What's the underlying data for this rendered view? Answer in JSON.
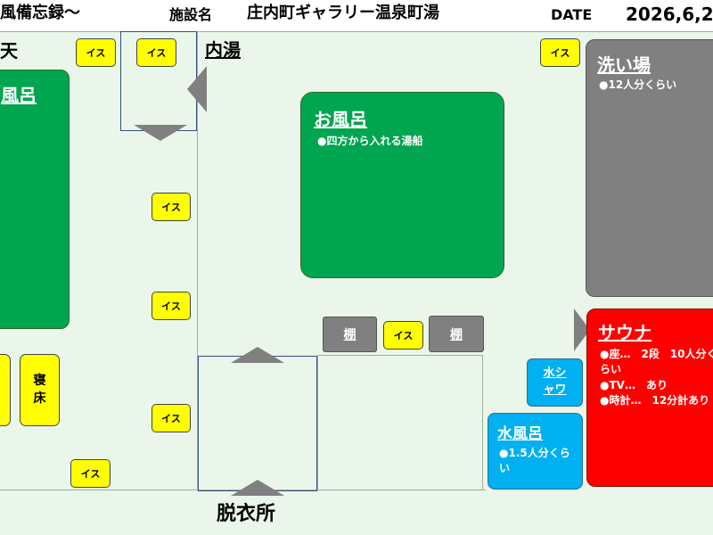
{
  "header": {
    "title_fragment": "風備忘録〜",
    "facility_label": "施設名",
    "facility_name": "庄内町ギャラリー温泉町湯",
    "date_label": "DATE",
    "date_value": "2026,6,2"
  },
  "areas": {
    "outdoor_label": "天",
    "indoor_label": "内湯",
    "changing_room_label": "脱衣所"
  },
  "outdoor_bath": {
    "title": "風呂"
  },
  "bed": {
    "label": "寝床"
  },
  "indoor_bath": {
    "title": "お風呂",
    "note": "●四方から入れる湯船"
  },
  "washing_area": {
    "title": "洗い場",
    "note": "●12人分くらい"
  },
  "sauna": {
    "title": "サウナ",
    "notes": [
      "●座…　2段　10人分くらい",
      "●TV…　あり",
      "●時計…　12分計あり"
    ]
  },
  "cold_bath": {
    "title": "水風呂",
    "note": "●1.5人分くらい"
  },
  "water_shower": {
    "label": "水シャワ"
  },
  "shelf_label": "棚",
  "chair_label": "イス",
  "colors": {
    "green": "#00a54f",
    "gray": "#808080",
    "red": "#ff0000",
    "blue": "#00b0f0",
    "yellow": "#ffff00",
    "floor": "#eaf6ea"
  }
}
